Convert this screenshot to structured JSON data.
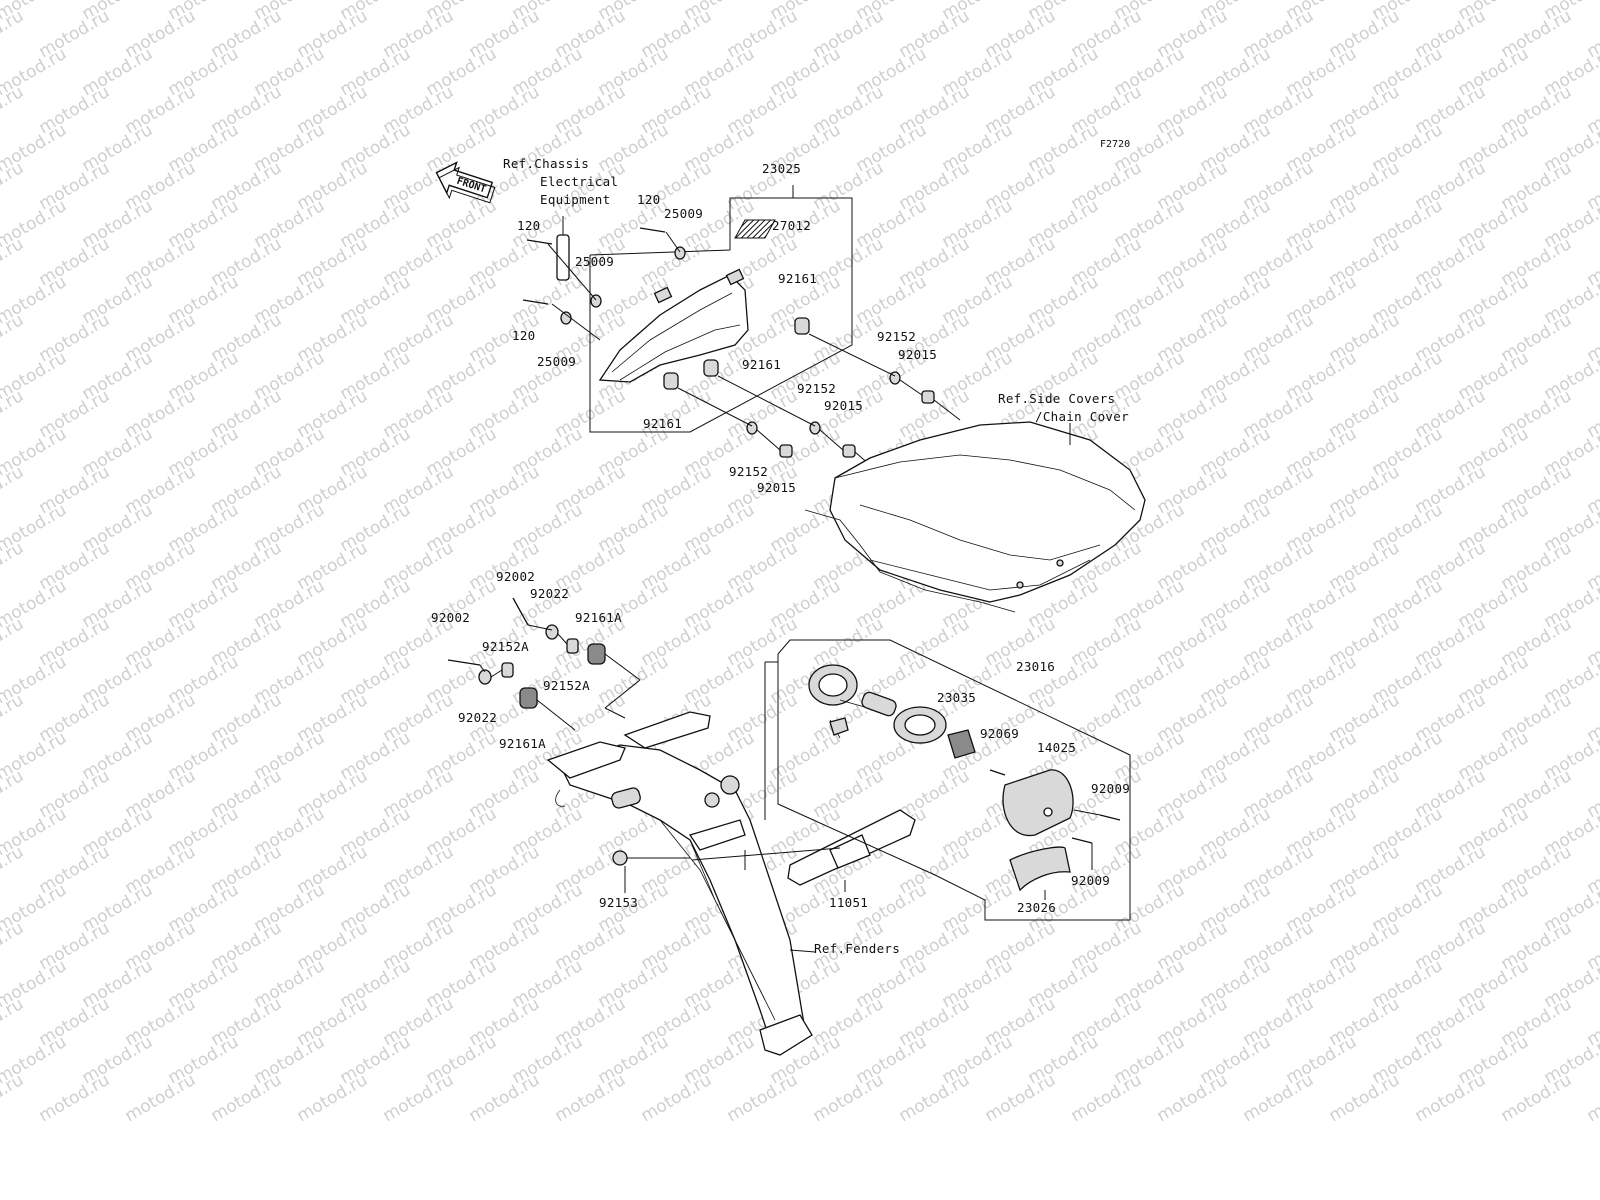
{
  "diagram_id": "F2720",
  "watermark": "motod.ru",
  "front_arrow": "FRONT",
  "refs": {
    "chassis_line1": "Ref.Chassis",
    "chassis_line2": "Electrical",
    "chassis_line3": "Equipment",
    "side_covers_line1": "Ref.Side Covers",
    "side_covers_line2": "/Chain Cover",
    "fenders": "Ref.Fenders"
  },
  "parts": {
    "p23025": "23025",
    "p27012": "27012",
    "p120_a": "120",
    "p120_b": "120",
    "p120_c": "120",
    "p25009_a": "25009",
    "p25009_b": "25009",
    "p25009_c": "25009",
    "p92161_a": "92161",
    "p92161_b": "92161",
    "p92161_c": "92161",
    "p92152_a": "92152",
    "p92152_b": "92152",
    "p92152_c": "92152",
    "p92015_a": "92015",
    "p92015_b": "92015",
    "p92015_c": "92015",
    "p92002_a": "92002",
    "p92002_b": "92002",
    "p92022_a": "92022",
    "p92022_b": "92022",
    "p92161A_a": "92161A",
    "p92161A_b": "92161A",
    "p92152A_a": "92152A",
    "p92152A_b": "92152A",
    "p23016": "23016",
    "p23035": "23035",
    "p92069": "92069",
    "p14025": "14025",
    "p92009_a": "92009",
    "p92009_b": "92009",
    "p23026": "23026",
    "p92153": "92153",
    "p11051": "11051"
  }
}
